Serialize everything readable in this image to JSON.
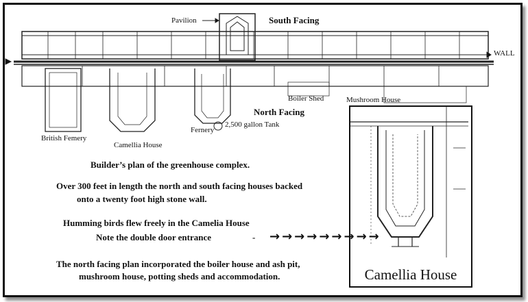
{
  "labels": {
    "pavilion": "Pavilion",
    "south_facing": "South Facing",
    "wall": "WALL",
    "boiler_shed": "Boiler Shed",
    "mushroom_house": "Mushroom House",
    "north_facing": "North Facing",
    "tank": "2,500 gallon Tank",
    "fernery": "Fernery",
    "british_fernery": "British Femery",
    "camellia_house": "Camellia House"
  },
  "captions": {
    "line1": "Builder’s plan of the greenhouse complex.",
    "line2a": "Over 300 feet in length the north and south facing houses backed",
    "line2b": "onto a twenty foot high stone wall.",
    "line3": "Humming birds flew freely in the Camelia House",
    "line4": "Note the double door entrance",
    "line4_dash": "-",
    "line5a": "The north facing plan incorporated the boiler house and ash pit,",
    "line5b": "mushroom house, potting sheds and accommodation."
  },
  "inset": {
    "title": "Camellia House"
  },
  "arrows": "→→→→→→→→→"
}
